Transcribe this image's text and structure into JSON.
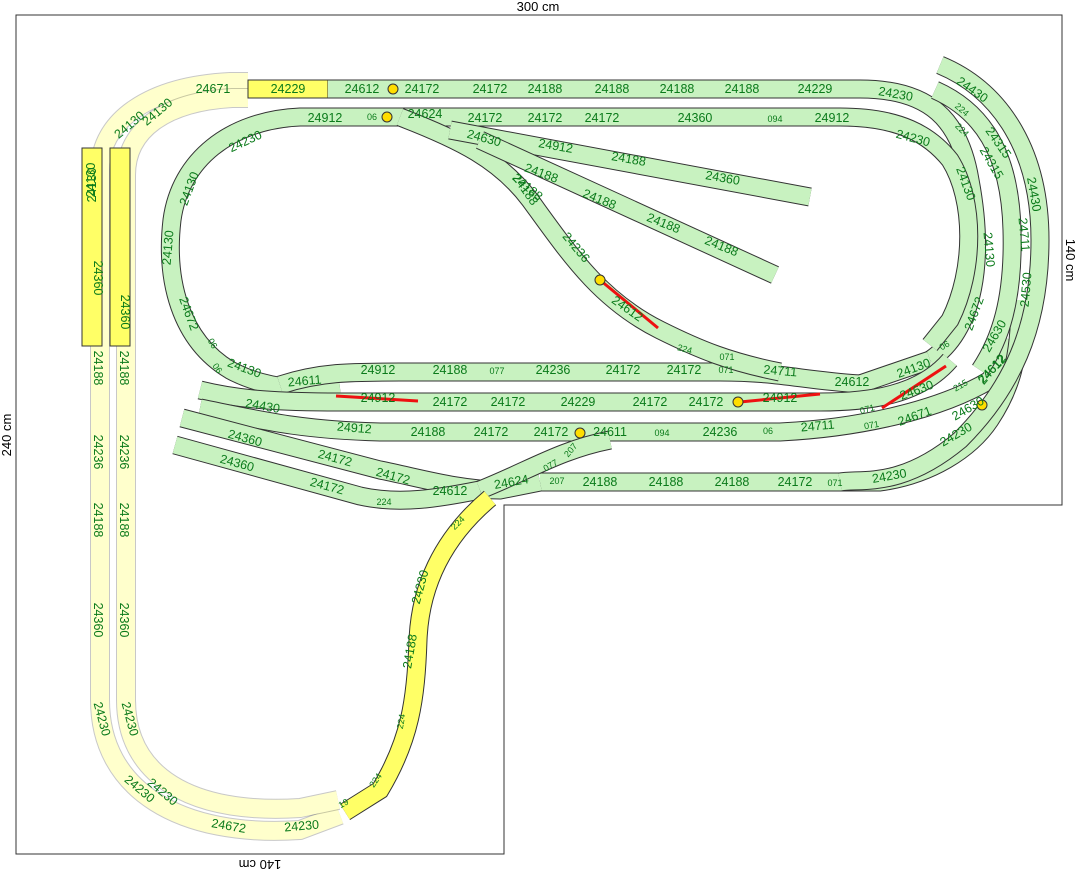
{
  "dimensions": {
    "top": "300 cm",
    "right": "140 cm",
    "left": "240 cm",
    "bottom": "140 cm"
  },
  "colors": {
    "track_main": "#c8f2c0",
    "track_yellow_strong": "#ffff66",
    "track_yellow_light": "#ffffcc",
    "track_outline": "#222222",
    "label_green": "#0a7a1a",
    "board_outline": "#333333",
    "isolator_red": "#ee1111",
    "signal_dot": "#ffdd00"
  },
  "tracks": {
    "top_straight": [
      "24229",
      "24612",
      "24172",
      "24172",
      "24188",
      "24188",
      "24188",
      "24188",
      "24229",
      "24230"
    ],
    "second_row": [
      "24912",
      "06",
      "24624",
      "24172",
      "24172",
      "24172",
      "24360",
      "094",
      "24912",
      "24230"
    ],
    "siding_a": [
      "24630",
      "24912",
      "24188",
      "24360"
    ],
    "siding_b": [
      "24188",
      "24188",
      "24188",
      "24188",
      "24188"
    ],
    "left_inner_curve": [
      "24230",
      "24130",
      "24130",
      "24672",
      "06",
      "06",
      "24130",
      "24611"
    ],
    "inner_loop_top": [
      "24912",
      "24188",
      "077",
      "24236",
      "24172",
      "24172",
      "071",
      "24711",
      "24612"
    ],
    "inner_loop_mid": [
      "24912",
      "24172",
      "24172",
      "24229",
      "24172",
      "24172",
      "24912",
      "24130",
      "06",
      "24630"
    ],
    "inner_loop_low": [
      "24430",
      "24912",
      "24188",
      "24172",
      "24172",
      "24611",
      "094",
      "24236",
      "06",
      "24711",
      "071",
      "071",
      "24671",
      "215",
      "24612",
      "24230"
    ],
    "bottom_row": [
      "24360",
      "24172",
      "24172",
      "24612",
      "24624",
      "077",
      "207",
      "207",
      "24188",
      "24188",
      "24188",
      "24172",
      "071",
      "24230"
    ],
    "bottom_row_b": [
      "24360",
      "24172",
      "224"
    ],
    "right_outer": [
      "24430",
      "224",
      "224",
      "24315",
      "24315",
      "24130",
      "24430",
      "24130",
      "24711",
      "24672",
      "24630",
      "24530",
      "24612",
      "24630"
    ],
    "diagonal": [
      "24188",
      "24236",
      "24612",
      "224",
      "071"
    ],
    "branch_down": [
      "224",
      "24230",
      "24188",
      "224",
      "224",
      "19"
    ],
    "left_column_a": [
      "24130",
      "24130",
      "24360",
      "24188",
      "24236",
      "24188",
      "24360",
      "24230",
      "24230"
    ],
    "left_column_b": [
      "24671",
      "24130",
      "24130",
      "24360",
      "24188",
      "24236",
      "24188",
      "24360",
      "24230",
      "24230",
      "24672",
      "24230"
    ]
  }
}
